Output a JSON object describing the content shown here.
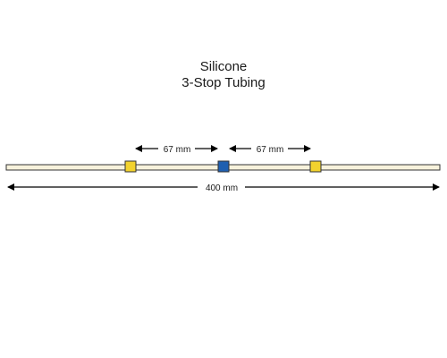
{
  "title": {
    "line1": "Silicone",
    "line2": "3-Stop Tubing"
  },
  "tubing": {
    "total_length_mm": 400,
    "total_label": "400 mm",
    "tube_color": "#f7f2dc",
    "outline_color": "#333333"
  },
  "stops": [
    {
      "name": "stop-left",
      "color": "#f2d22e",
      "label": "yellow stop"
    },
    {
      "name": "stop-center",
      "color": "#1f5fb0",
      "label": "blue stop"
    },
    {
      "name": "stop-right",
      "color": "#f2d22e",
      "label": "yellow stop"
    }
  ],
  "dimensions": [
    {
      "name": "dim-left",
      "label": "67 mm"
    },
    {
      "name": "dim-right",
      "label": "67 mm"
    }
  ]
}
